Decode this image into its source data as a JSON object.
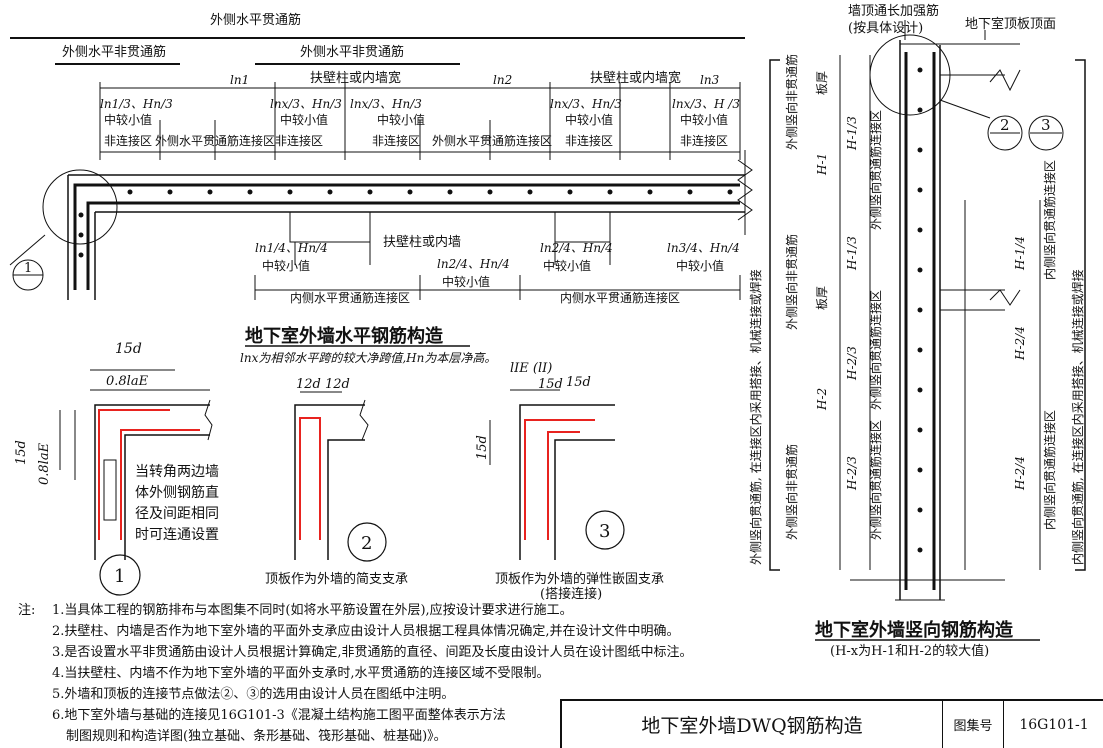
{
  "horizontal": {
    "top_label": "外侧水平贯通筋",
    "left_label": "外侧水平非贯通筋",
    "mid_label": "外侧水平非贯通筋",
    "ln1": "ln1",
    "ln2": "ln2",
    "ln3": "ln3",
    "pilaster1": "扶壁柱或内墙宽",
    "pilaster2": "扶壁柱或内墙宽",
    "zone_top_1": "ln1/3、Hn/3",
    "zone_top_2": "lnx/3、Hn/3",
    "zone_top_3": "lnx/3、Hn/3",
    "zone_top_4": "lnx/3、Hn/3",
    "zone_top_5": "lnx/3、H /3",
    "smaller": "中较小值",
    "non_joint": "非连接区",
    "outer_joint": "外侧水平贯通筋连接区",
    "pilaster_inner": "扶壁柱或内墙",
    "zone_bot_1": "ln1/4、Hn/4",
    "zone_bot_2": "ln2/4、Hn/4",
    "zone_bot_3": "ln2/4、Hn/4",
    "zone_bot_4": "ln3/4、Hn/4",
    "inner_joint": "内侧水平贯通筋连接区",
    "title": "地下室外墙水平钢筋构造",
    "subtitle": "lnx为相邻水平跨的较大净跨值,Hn为本层净高。",
    "marker_1": "1"
  },
  "details": {
    "d1_15d": "15d",
    "d1_08": "0.8laE",
    "d1_side_15d": "15d",
    "d1_side_08": "0.8laE",
    "d1_note": [
      "当转角两边墙",
      "体外侧钢筋直",
      "径及间距相同",
      "时可连通设置"
    ],
    "d1_num": "1",
    "d2_12d_a": "12d",
    "d2_12d_b": "12d",
    "d2_num": "2",
    "d2_caption": "顶板作为外墙的简支支承",
    "d3_lle": "lIE (lI)",
    "d3_15d": "15d",
    "d3_15d_b": "15d",
    "d3_side_15d": "15d",
    "d3_num": "3",
    "d3_caption": "顶板作为外墙的弹性嵌固支承",
    "d3_caption2": "(搭接连接)"
  },
  "vertical": {
    "top_bar": "墙顶通长加强筋",
    "top_bar2": "(按具体设计)",
    "slab_top": "地下室顶板顶面",
    "c2": "2",
    "c3": "3",
    "slab_thk1": "板厚",
    "slab_thk2": "板厚",
    "h_top": "H-1/3",
    "h1": "H-1",
    "h_mid1": "H-1/3",
    "h_mid2": "H-2/3",
    "h2": "H-2",
    "h_bot": "H-2/3",
    "h_r1": "H-1/4",
    "h_r2": "H-2/4",
    "h_r3": "H-2/4",
    "outer_nc1": "外侧竖向非贯通筋",
    "outer_nc2": "外侧竖向非贯通筋",
    "outer_nc3": "外侧竖向非贯通筋",
    "outer_joint1": "外侧竖向贯通筋连接区",
    "outer_joint2": "外侧竖向贯通筋连接区",
    "outer_joint3": "外侧竖向贯通筋连接区",
    "inner_joint1": "内侧竖向贯通筋连接区",
    "inner_joint2": "内侧竖向贯通筋连接区",
    "left_bracket": "外侧竖向贯通筋, 在连接区内采用搭接、机械连接或焊接",
    "right_bracket": "内侧竖向贯通筋, 在连接区内采用搭接、机械连接或焊接",
    "title": "地下室外墙竖向钢筋构造",
    "subtitle": "(H-x为H-1和H-2的较大值)"
  },
  "notes": [
    {
      "pre": "注:",
      "text": "1.当具体工程的钢筋排布与本图集不同时(如将水平筋设置在外层),应按设计要求进行施工。"
    },
    {
      "pre": "",
      "text": "2.扶壁柱、内墙是否作为地下室外墙的平面外支承应由设计人员根据工程具体情况确定,并在设计文件中明确。"
    },
    {
      "pre": "",
      "text": "3.是否设置水平非贯通筋由设计人员根据计算确定,非贯通筋的直径、间距及长度由设计人员在设计图纸中标注。"
    },
    {
      "pre": "",
      "text": "4.当扶壁柱、内墙不作为地下室外墙的平面外支承时,水平贯通筋的连接区域不受限制。"
    },
    {
      "pre": "",
      "text": "5.外墙和顶板的连接节点做法②、③的选用由设计人员在图纸中注明。"
    },
    {
      "pre": "",
      "text": "6.地下室外墙与基础的连接见16G101-3《混凝土结构施工图平面整体表示方法"
    },
    {
      "pre": "",
      "text": "制图规则和构造详图(独立基础、条形基础、筏形基础、桩基础)》。"
    }
  ],
  "title_block": {
    "title": "地下室外墙DWQ钢筋构造",
    "label": "图集号",
    "code": "16G101-1"
  },
  "colors": {
    "red": "#e8231f",
    "line": "#111111"
  }
}
